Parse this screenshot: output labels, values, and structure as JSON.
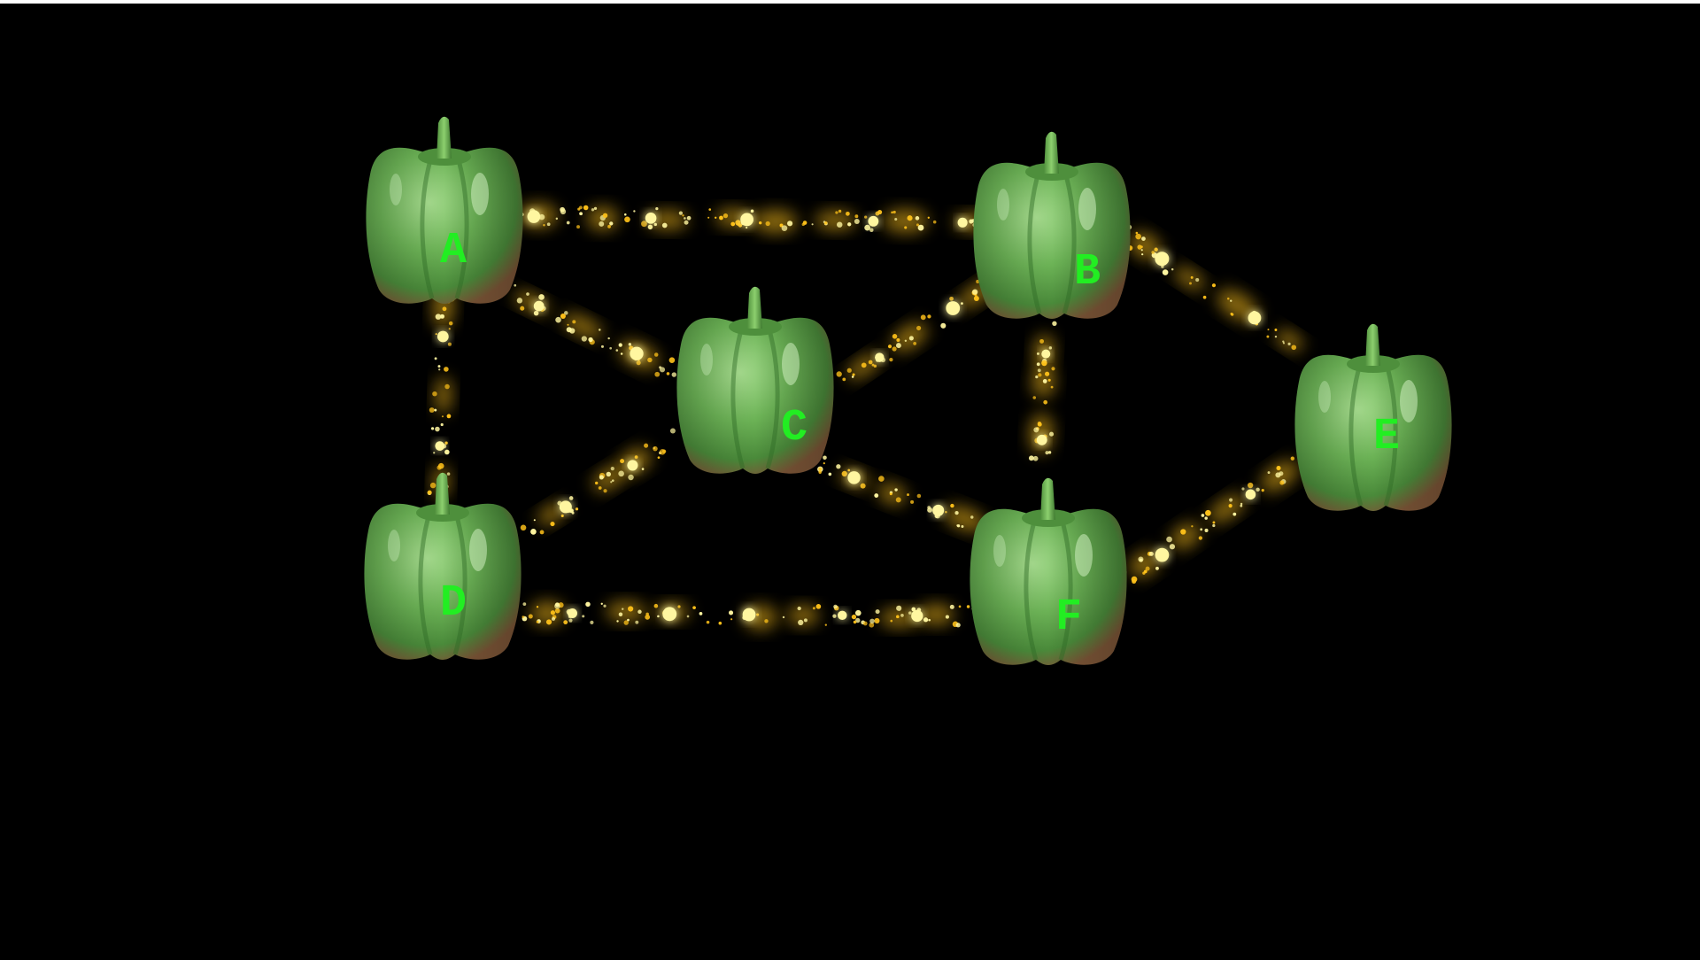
{
  "colors": {
    "background": "#000000",
    "label": "#22ee22",
    "edge_glow": "#ffc21a",
    "edge_core": "#fff6a0",
    "pepper_light": "#8fd07a",
    "pepper_mid": "#5fa84a",
    "pepper_dark": "#3a7a2e",
    "pepper_shadow": "#8a5a3a"
  },
  "graph": {
    "node_icon": "green-bell-pepper",
    "nodes": [
      {
        "id": "A",
        "label": "A"
      },
      {
        "id": "B",
        "label": "B"
      },
      {
        "id": "C",
        "label": "C"
      },
      {
        "id": "D",
        "label": "D"
      },
      {
        "id": "E",
        "label": "E"
      },
      {
        "id": "F",
        "label": "F"
      }
    ],
    "edges": [
      {
        "from": "A",
        "to": "B"
      },
      {
        "from": "A",
        "to": "C"
      },
      {
        "from": "A",
        "to": "D"
      },
      {
        "from": "B",
        "to": "C"
      },
      {
        "from": "B",
        "to": "E"
      },
      {
        "from": "B",
        "to": "F"
      },
      {
        "from": "C",
        "to": "D"
      },
      {
        "from": "C",
        "to": "F"
      },
      {
        "from": "D",
        "to": "F"
      },
      {
        "from": "E",
        "to": "F"
      }
    ]
  }
}
